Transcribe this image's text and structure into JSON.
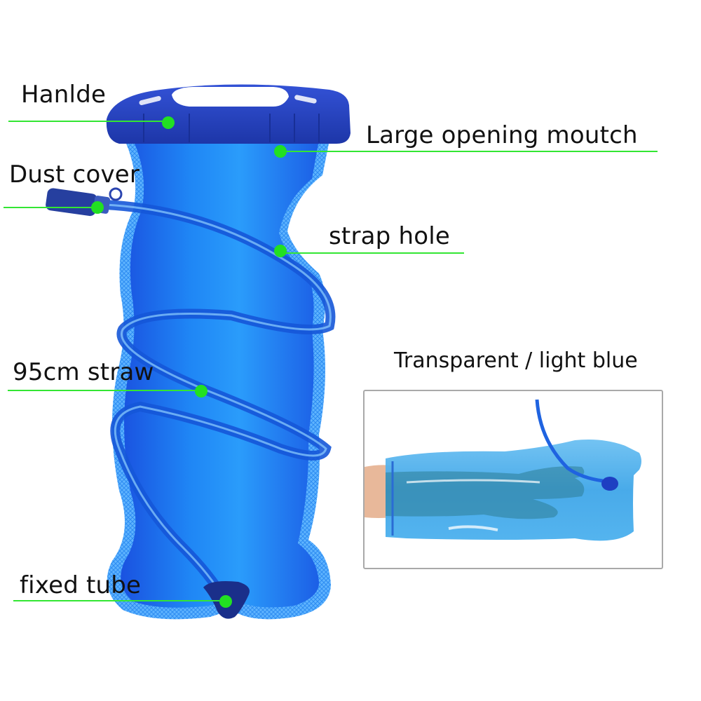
{
  "callouts": [
    {
      "id": "handle",
      "label": "Hanlde"
    },
    {
      "id": "large-opening",
      "label": "Large opening moutch"
    },
    {
      "id": "dust-cover",
      "label": "Dust cover"
    },
    {
      "id": "strap-hole",
      "label": "strap hole"
    },
    {
      "id": "straw",
      "label": "95cm straw"
    },
    {
      "id": "fixed-tube",
      "label": "fixed tube"
    }
  ],
  "inset": {
    "title": "Transparent / light blue",
    "image": "hand-in-transparent-bladder-photo"
  },
  "product": {
    "image": "blue-hydration-bladder-with-spiral-straw"
  },
  "colors": {
    "callout_line": "#33e633",
    "callout_dot": "#22e022",
    "bladder_blue": "#1e6cf0",
    "handle_blue": "#2744c8",
    "inset_border": "#a9a9a9"
  }
}
